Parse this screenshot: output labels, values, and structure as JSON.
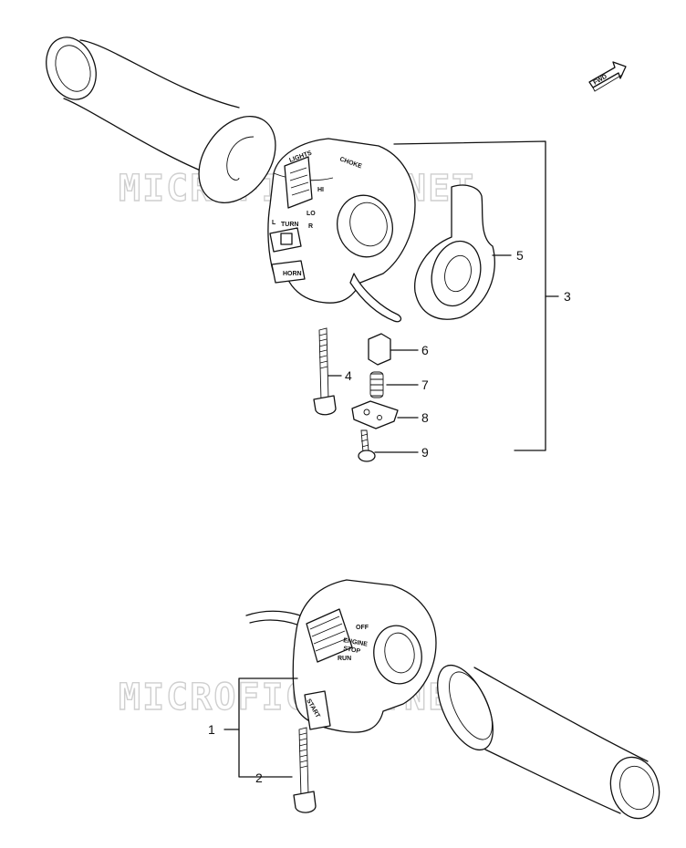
{
  "watermark": {
    "text_top": "MICROFICHES.NET",
    "text_bottom": "MICROFICHES.NET"
  },
  "fwd_arrow": {
    "label": "FWD"
  },
  "left_switch": {
    "top_label": "CHOKE",
    "lights_label": "LIGHTS",
    "hi_label": "HI",
    "lo_label": "LO",
    "turn_label": "TURN",
    "left_mark": "L",
    "right_mark": "R",
    "horn_label": "HORN"
  },
  "right_switch": {
    "off_label": "OFF",
    "engine_label": "ENGINE",
    "stop_label": "STOP",
    "run_label": "RUN",
    "start_label": "START"
  },
  "callouts": [
    "1",
    "2",
    "3",
    "4",
    "5",
    "6",
    "7",
    "8",
    "9"
  ]
}
